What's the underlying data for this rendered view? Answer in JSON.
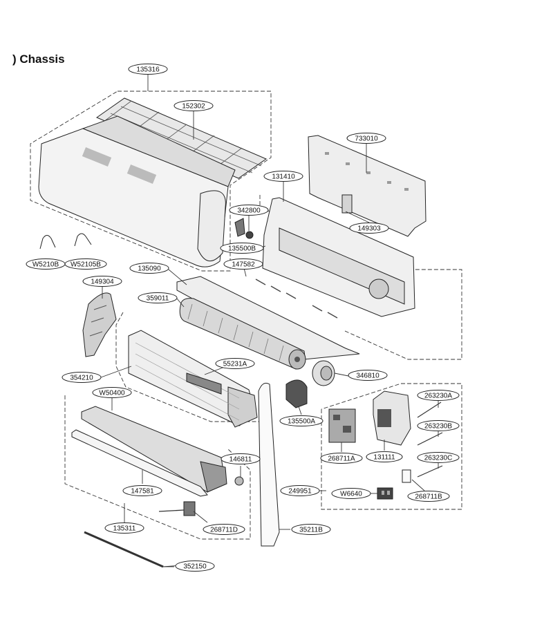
{
  "title": ") Chassis",
  "labels": [
    {
      "id": "135316",
      "text": "135316"
    },
    {
      "id": "152302",
      "text": "152302"
    },
    {
      "id": "733010",
      "text": "733010"
    },
    {
      "id": "131410",
      "text": "131410"
    },
    {
      "id": "342800",
      "text": "342800"
    },
    {
      "id": "149303",
      "text": "149303"
    },
    {
      "id": "135500B",
      "text": "135500B"
    },
    {
      "id": "147582",
      "text": "147582"
    },
    {
      "id": "W5210B",
      "text": "W5210B"
    },
    {
      "id": "W52105B",
      "text": "W52105B"
    },
    {
      "id": "135090",
      "text": "135090"
    },
    {
      "id": "149304",
      "text": "149304"
    },
    {
      "id": "359011",
      "text": "359011"
    },
    {
      "id": "55231A",
      "text": "55231A"
    },
    {
      "id": "354210",
      "text": "354210"
    },
    {
      "id": "346810",
      "text": "346810"
    },
    {
      "id": "W50400",
      "text": "W50400"
    },
    {
      "id": "263230A",
      "text": "263230A"
    },
    {
      "id": "135500A",
      "text": "135500A"
    },
    {
      "id": "263230B",
      "text": "263230B"
    },
    {
      "id": "268711A",
      "text": "268711A"
    },
    {
      "id": "131111",
      "text": "131111"
    },
    {
      "id": "263230C",
      "text": "263230C"
    },
    {
      "id": "146811",
      "text": "146811"
    },
    {
      "id": "147581",
      "text": "147581"
    },
    {
      "id": "249951",
      "text": "249951"
    },
    {
      "id": "W6640",
      "text": "W6640"
    },
    {
      "id": "268711B",
      "text": "268711B"
    },
    {
      "id": "135311",
      "text": "135311"
    },
    {
      "id": "268711D",
      "text": "268711D"
    },
    {
      "id": "35211B",
      "text": "35211B"
    },
    {
      "id": "352150",
      "text": "352150"
    }
  ]
}
